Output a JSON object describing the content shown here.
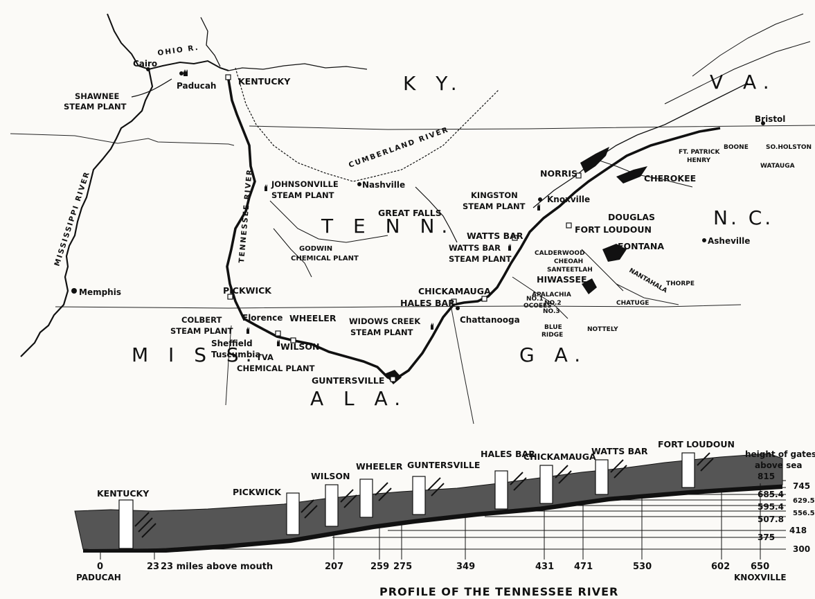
{
  "map": {
    "states": [
      {
        "id": "ky",
        "text": "K Y."
      },
      {
        "id": "va",
        "text": "V A."
      },
      {
        "id": "tenn",
        "text": "T E N N."
      },
      {
        "id": "nc",
        "text": "N. C."
      },
      {
        "id": "miss",
        "text": "M I S S."
      },
      {
        "id": "ga",
        "text": "G A."
      },
      {
        "id": "ala",
        "text": "A L A."
      }
    ],
    "rivers": [
      {
        "id": "ohio",
        "text": "OHIO R."
      },
      {
        "id": "mississippi",
        "text": "MISSISSIPPI RIVER"
      },
      {
        "id": "tennessee",
        "text": "TENNESSEE RIVER"
      },
      {
        "id": "cumberland",
        "text": "CUMBERLAND RIVER"
      }
    ],
    "cities": [
      {
        "id": "cairo",
        "text": "Cairo"
      },
      {
        "id": "paducah",
        "text": "Paducah"
      },
      {
        "id": "nashville",
        "text": "Nashville"
      },
      {
        "id": "knoxville",
        "text": "Knoxville"
      },
      {
        "id": "bristol",
        "text": "Bristol"
      },
      {
        "id": "asheville",
        "text": "Asheville"
      },
      {
        "id": "memphis",
        "text": "Memphis"
      },
      {
        "id": "florence",
        "text": "Florence"
      },
      {
        "id": "sheffield",
        "text": "Sheffield"
      },
      {
        "id": "tuscumbia",
        "text": "Tuscumbia"
      },
      {
        "id": "chattanooga",
        "text": "Chattanooga"
      }
    ],
    "plants": [
      {
        "id": "shawnee",
        "lines": [
          "SHAWNEE",
          "STEAM PLANT"
        ]
      },
      {
        "id": "johnsonville",
        "lines": [
          "JOHNSONVILLE",
          "STEAM PLANT"
        ]
      },
      {
        "id": "godwin",
        "lines": [
          "GODWIN",
          "CHEMICAL PLANT"
        ]
      },
      {
        "id": "kingston",
        "lines": [
          "KINGSTON",
          "STEAM PLANT"
        ]
      },
      {
        "id": "wattsbarsteam",
        "lines": [
          "WATTS BAR",
          "STEAM PLANT"
        ]
      },
      {
        "id": "colbert",
        "lines": [
          "COLBERT",
          "STEAM PLANT"
        ]
      },
      {
        "id": "widows",
        "lines": [
          "WIDOWS CREEK",
          "STEAM PLANT"
        ]
      },
      {
        "id": "tvachem",
        "lines": [
          "TVA",
          "CHEMICAL PLANT"
        ]
      }
    ],
    "dams": [
      {
        "id": "kentucky",
        "text": "KENTUCKY"
      },
      {
        "id": "norris",
        "text": "NORRIS"
      },
      {
        "id": "cherokee",
        "text": "CHEROKEE"
      },
      {
        "id": "douglas",
        "text": "DOUGLAS"
      },
      {
        "id": "fortloudoun",
        "text": "FORT LOUDOUN"
      },
      {
        "id": "fontana",
        "text": "FONTANA"
      },
      {
        "id": "greatfalls",
        "text": "GREAT FALLS"
      },
      {
        "id": "wattsbar",
        "text": "WATTS BAR"
      },
      {
        "id": "pickwick",
        "text": "PICKWICK"
      },
      {
        "id": "wheeler",
        "text": "WHEELER"
      },
      {
        "id": "wilson",
        "text": "WILSON"
      },
      {
        "id": "guntersville",
        "text": "GUNTERSVILLE"
      },
      {
        "id": "chickamauga",
        "text": "CHICKAMAUGA"
      },
      {
        "id": "halesbar",
        "text": "HALES BAR"
      },
      {
        "id": "calderwood",
        "text": "CALDERWOOD"
      },
      {
        "id": "cheoah",
        "text": "CHEOAH"
      },
      {
        "id": "santeetlah",
        "text": "SANTEETLAH"
      },
      {
        "id": "hiwassee",
        "text": "HIWASSEE"
      },
      {
        "id": "nantahala",
        "text": "NANTAHALA"
      },
      {
        "id": "thorpe",
        "text": "THORPE"
      },
      {
        "id": "apalachia",
        "text": "APALACHIA"
      },
      {
        "id": "ocoee1",
        "text": "NO.1"
      },
      {
        "id": "ocoees",
        "text": "OCOEES"
      },
      {
        "id": "ocoee2",
        "text": "NO.2"
      },
      {
        "id": "ocoee3",
        "text": "NO.3"
      },
      {
        "id": "chatuge",
        "text": "CHATUGE"
      },
      {
        "id": "blueridge1",
        "text": "BLUE"
      },
      {
        "id": "blueridge2",
        "text": "RIDGE"
      },
      {
        "id": "nottely",
        "text": "NOTTELY"
      },
      {
        "id": "boone",
        "text": "BOONE"
      },
      {
        "id": "soholston",
        "text": "SO.HOLSTON"
      },
      {
        "id": "watauga",
        "text": "WATAUGA"
      },
      {
        "id": "ftpatrick1",
        "text": "FT. PATRICK"
      },
      {
        "id": "ftpatrick2",
        "text": "HENRY"
      }
    ]
  },
  "profile": {
    "title": "PROFILE OF THE TENNESSEE RIVER",
    "mouth_label": "PADUCAH",
    "source_label": "KNOXVILLE",
    "first_tick_note": "23 miles above mouth",
    "gates_header": [
      "height of gates",
      "above sea"
    ],
    "miles": [
      "0",
      "23",
      "207",
      "259",
      "275",
      "349",
      "431",
      "471",
      "530",
      "602",
      "650"
    ],
    "elevations": [
      "815",
      "745",
      "685.4",
      "629.5",
      "595.4",
      "556.5",
      "507.8",
      "418",
      "375",
      "300"
    ],
    "dam_labels": [
      "KENTUCKY",
      "PICKWICK",
      "WILSON",
      "WHEELER",
      "GUNTERSVILLE",
      "HALES BAR",
      "CHICKAMAUGA",
      "WATTS BAR",
      "FORT LOUDOUN"
    ]
  }
}
